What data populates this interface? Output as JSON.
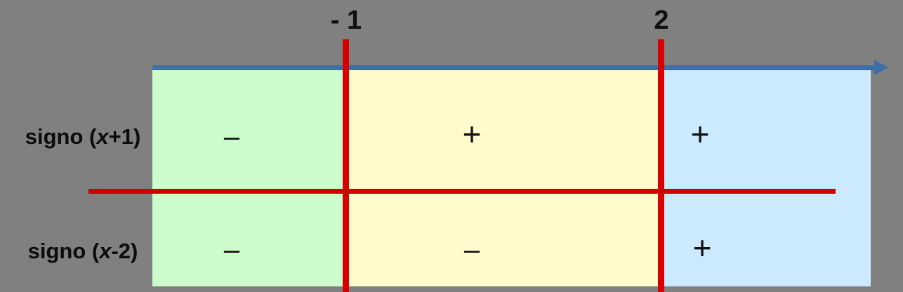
{
  "figure": {
    "type": "sign-chart",
    "background_color": "#808080",
    "axis": {
      "color": "#3E6FA8",
      "arrow": "right-arrow-icon",
      "ticks": [
        {
          "label": "- 1",
          "value": -1
        },
        {
          "label": "2",
          "value": 2
        }
      ]
    },
    "divider_color": "#D00000",
    "rows": [
      {
        "label_prefix": "signo (",
        "label_var": "x",
        "label_suffix": "+1)",
        "signs": [
          "–",
          "+",
          "+"
        ]
      },
      {
        "label_prefix": "signo (",
        "label_var": "x",
        "label_suffix": "-2)",
        "signs": [
          "–",
          "–",
          "+"
        ]
      }
    ],
    "regions": [
      {
        "name": "interval-left",
        "color": "#CCFBCC"
      },
      {
        "name": "interval-middle",
        "color": "#FFFBCC"
      },
      {
        "name": "interval-right",
        "color": "#CCEAFD"
      }
    ]
  }
}
